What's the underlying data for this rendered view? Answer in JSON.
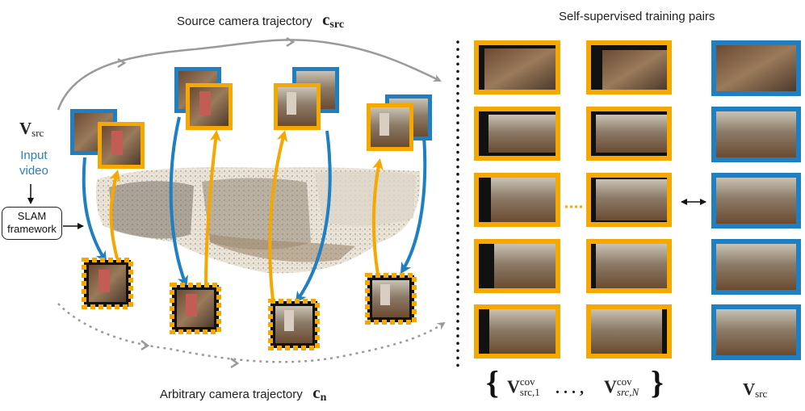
{
  "colors": {
    "source_frame": "#1f7fc3",
    "novel_frame": "#f5a800",
    "arrow_gray": "#9a9a9a",
    "input_text": "#2a7fc1",
    "text": "#222222"
  },
  "labels": {
    "source_traj_text": "Source camera trajectory",
    "source_traj_symbol": "c",
    "source_traj_sub": "src",
    "arbitrary_traj_text": "Arbitrary camera trajectory",
    "arbitrary_traj_symbol": "c",
    "arbitrary_traj_sub": "n",
    "pairs_title": "Self-supervised training pairs",
    "vsrc_symbol": "V",
    "vsrc_sub": "src",
    "input_video_line1": "Input",
    "input_video_line2": "video",
    "slam_line1": "SLAM",
    "slam_line2": "framework",
    "bottom_sym1": "V",
    "bottom_sup1": "cov",
    "bottom_sub1": "src,1",
    "bottom_dots": ". . . ,",
    "bottom_sym2": "V",
    "bottom_sup2": "cov",
    "bottom_sub2": "src,N",
    "bottom_comma": ",",
    "brace_open": "{",
    "brace_close": "}",
    "bottom_right_symbol": "V",
    "bottom_right_sub": "src"
  },
  "icons": [
    "point-cloud-image",
    "video-frame-image",
    "double-arrow-icon",
    "dotted-ellipsis-icon"
  ]
}
